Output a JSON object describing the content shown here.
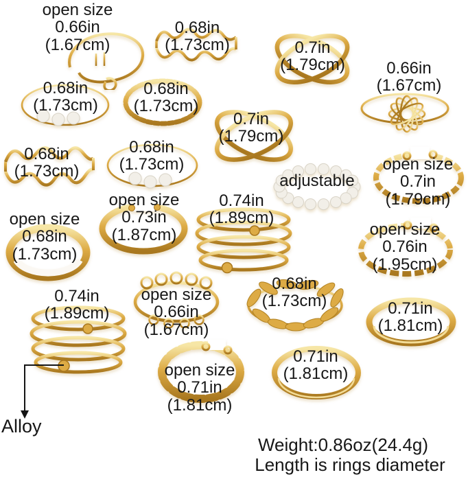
{
  "product_photo": {
    "rings": [
      {
        "style": "irregular-open-wire",
        "lines": [
          "open size",
          "0.66in",
          "(1.67cm)"
        ]
      },
      {
        "style": "zigzag-wave-band",
        "lines": [
          "0.68in",
          "(1.73cm)"
        ]
      },
      {
        "style": "criss-cross-x",
        "lines": [
          "0.7in",
          "(1.79cm)"
        ]
      },
      {
        "style": "thin-band-three-pearls",
        "lines": [
          "0.68in",
          "(1.73cm)"
        ]
      },
      {
        "style": "twisted-rope",
        "lines": [
          "0.68in",
          "(1.73cm)"
        ]
      },
      {
        "style": "criss-cross-x",
        "lines": [
          "0.7in",
          "(1.79cm)"
        ]
      },
      {
        "style": "wire-flower",
        "lines": [
          "0.66in",
          "(1.67cm)"
        ]
      },
      {
        "style": "wavy-band",
        "lines": [
          "0.68in",
          "(1.73cm)"
        ]
      },
      {
        "style": "thin-band-three-pearls",
        "lines": [
          "0.68in",
          "(1.73cm)"
        ]
      },
      {
        "style": "open-chain-band",
        "lines": [
          "open size",
          "0.7in",
          "(1.79cm)"
        ]
      },
      {
        "style": "pearl-bead",
        "lines": [
          "adjustable"
        ]
      },
      {
        "style": "white-enamel-band",
        "lines": [
          "open size",
          "0.68in",
          "(1.73cm)"
        ]
      },
      {
        "style": "open-plain-band",
        "lines": [
          "open size",
          "0.73in",
          "(1.87cm)"
        ]
      },
      {
        "style": "spiral-coil-ball-ends",
        "lines": [
          "0.74in",
          "(1.89cm)"
        ]
      },
      {
        "style": "open-link-band",
        "lines": [
          "open size",
          "0.76in",
          "(1.95cm)"
        ]
      },
      {
        "style": "spiral-coil-ball-ends",
        "lines": [
          "0.74in",
          "(1.89cm)"
        ]
      },
      {
        "style": "loop-curl-band",
        "lines": [
          "open size",
          "0.66in",
          "(1.67cm)"
        ]
      },
      {
        "style": "leaf-vine-band",
        "lines": [
          "0.68in",
          "(1.73cm)"
        ]
      },
      {
        "style": "plain-band",
        "lines": [
          "0.71in",
          "(1.81cm)"
        ]
      },
      {
        "style": "open-curb-chain-band",
        "lines": [
          "open size",
          "0.71in",
          "(1.81cm)"
        ]
      },
      {
        "style": "plain-flat-band",
        "lines": [
          "0.71in",
          "(1.81cm)"
        ]
      }
    ],
    "annotations": {
      "material_label": "Alloy",
      "weight": "Weight:0.86oz(24.4g)",
      "note": "Length is rings diameter"
    },
    "colors": {
      "gold": "#d9a843",
      "gold_dark": "#a9781f",
      "gold_light": "#f6e6a6",
      "pearl": "#f2efe8",
      "text": "#171717",
      "background": "#ffffff"
    }
  }
}
